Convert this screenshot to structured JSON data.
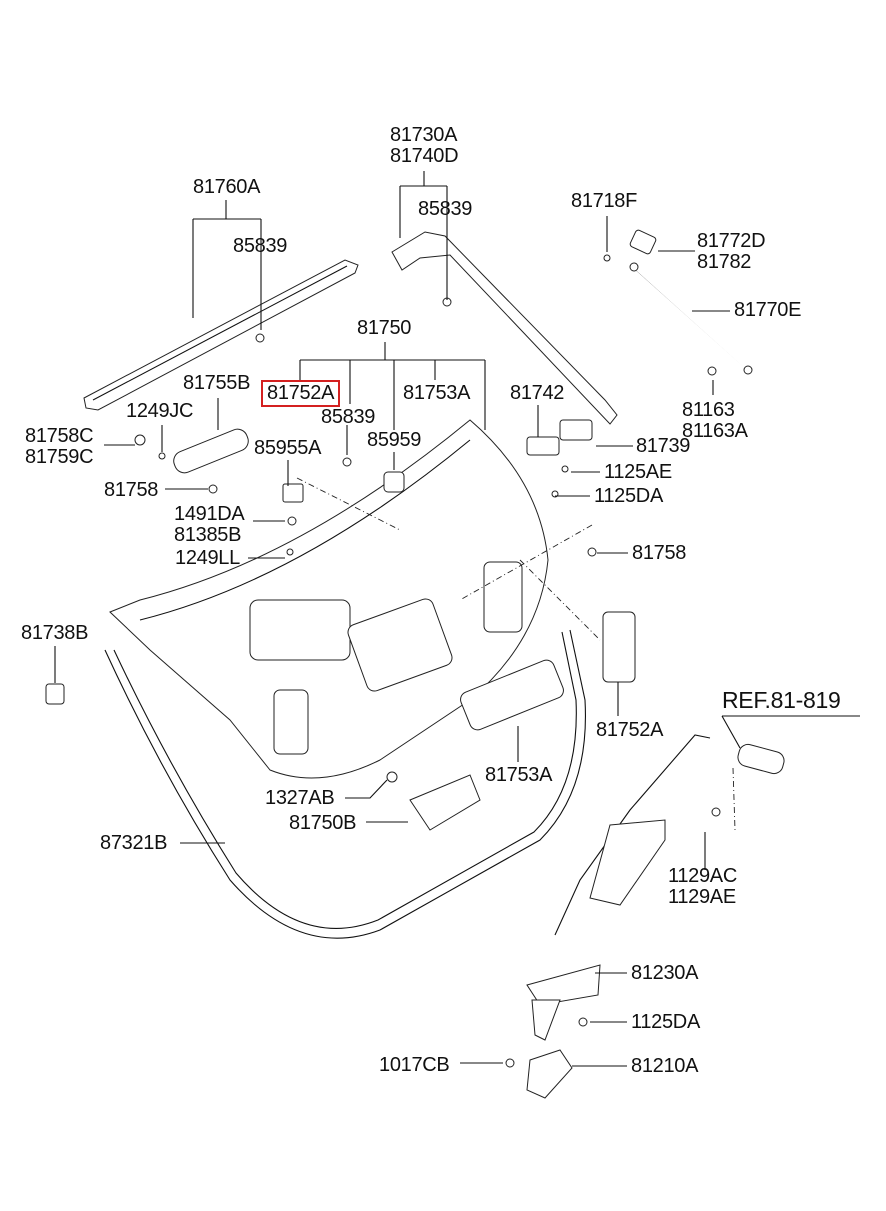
{
  "diagram": {
    "title": "Tailgate trim & latch assembly parts diagram",
    "highlight_color": "#d42020",
    "highlighted_part": "81752A",
    "reference": "REF.81-819",
    "labels": [
      {
        "id": "81730a",
        "lines": [
          "81730A",
          "81740D"
        ]
      },
      {
        "id": "81760a",
        "lines": [
          "81760A"
        ]
      },
      {
        "id": "85839-top-left",
        "lines": [
          "85839"
        ]
      },
      {
        "id": "85839-top-mid",
        "lines": [
          "85839"
        ]
      },
      {
        "id": "81718f",
        "lines": [
          "81718F"
        ]
      },
      {
        "id": "81772d",
        "lines": [
          "81772D",
          "81782"
        ]
      },
      {
        "id": "81770e",
        "lines": [
          "81770E"
        ]
      },
      {
        "id": "81750",
        "lines": [
          "81750"
        ]
      },
      {
        "id": "81755b",
        "lines": [
          "81755B"
        ]
      },
      {
        "id": "81752a-top",
        "lines": [
          "81752A"
        ]
      },
      {
        "id": "81753a-top",
        "lines": [
          "81753A"
        ]
      },
      {
        "id": "81742",
        "lines": [
          "81742"
        ]
      },
      {
        "id": "81163",
        "lines": [
          "81163",
          "81163A"
        ]
      },
      {
        "id": "1249jc",
        "lines": [
          "1249JC"
        ]
      },
      {
        "id": "85839-mid",
        "lines": [
          "85839"
        ]
      },
      {
        "id": "85959",
        "lines": [
          "85959"
        ]
      },
      {
        "id": "81758c",
        "lines": [
          "81758C",
          "81759C"
        ]
      },
      {
        "id": "85955a",
        "lines": [
          "85955A"
        ]
      },
      {
        "id": "81739",
        "lines": [
          "81739"
        ]
      },
      {
        "id": "1125ae",
        "lines": [
          "1125AE"
        ]
      },
      {
        "id": "81758-left",
        "lines": [
          "81758"
        ]
      },
      {
        "id": "1125da-top",
        "lines": [
          "1125DA"
        ]
      },
      {
        "id": "1491da",
        "lines": [
          "1491DA",
          "81385B"
        ]
      },
      {
        "id": "1249ll",
        "lines": [
          "1249LL"
        ]
      },
      {
        "id": "81758-right",
        "lines": [
          "81758"
        ]
      },
      {
        "id": "81738b",
        "lines": [
          "81738B"
        ]
      },
      {
        "id": "81752a-bottom",
        "lines": [
          "81752A"
        ]
      },
      {
        "id": "81753a-bottom",
        "lines": [
          "81753A"
        ]
      },
      {
        "id": "1327ab",
        "lines": [
          "1327AB"
        ]
      },
      {
        "id": "81750b",
        "lines": [
          "81750B"
        ]
      },
      {
        "id": "87321b",
        "lines": [
          "87321B"
        ]
      },
      {
        "id": "1129ac",
        "lines": [
          "1129AC",
          "1129AE"
        ]
      },
      {
        "id": "81230a",
        "lines": [
          "81230A"
        ]
      },
      {
        "id": "1125da-bottom",
        "lines": [
          "1125DA"
        ]
      },
      {
        "id": "1017cb",
        "lines": [
          "1017CB"
        ]
      },
      {
        "id": "81210a",
        "lines": [
          "81210A"
        ]
      }
    ]
  }
}
